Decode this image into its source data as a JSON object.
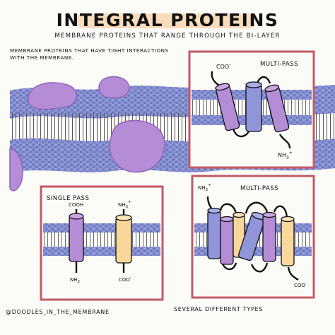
{
  "header": {
    "title": "INTEGRAL PROTEINS",
    "subtitle": "MEMBRANE PROTEINS THAT RANGE THROUGH THE BI-LAYER"
  },
  "intro": {
    "line1": "MEMBRANE PROTEINS THAT HAVE TIGHT INTERACTIONS",
    "line2": "WITH THE MEMBRANE."
  },
  "panel_multi_top": {
    "title": "MULTI-PASS",
    "coo_label": "COO",
    "coo_sup": "-",
    "nh3_label": "NH",
    "nh3_sub": "3",
    "nh3_sup": "+"
  },
  "panel_single": {
    "title": "SINGLE PASS",
    "left_top": "COOH",
    "left_bottom": "NH",
    "left_bottom_sub": "2",
    "right_top": "NH",
    "right_top_sub": "3",
    "right_top_sup": "+",
    "right_bottom": "COO",
    "right_bottom_sup": "-"
  },
  "panel_multi_bottom": {
    "title": "MULTI-PASS",
    "nh3_label": "NH",
    "nh3_sub": "3",
    "nh3_sup": "+",
    "coo_label": "COO",
    "coo_sup": "-"
  },
  "footer": {
    "credit": "@DOODLES_IN_THE_MEMBRANE",
    "caption": "SEVERAL DIFFERENT TYPES"
  },
  "colors": {
    "purple": "#b58cd6",
    "purple_dark": "#9d6cc7",
    "blue": "#8f95d8",
    "yellow": "#f7d79a",
    "membrane_blue": "#7b88c9",
    "frame_red": "#c25a67",
    "header_highlight": "#f8dcbc"
  }
}
